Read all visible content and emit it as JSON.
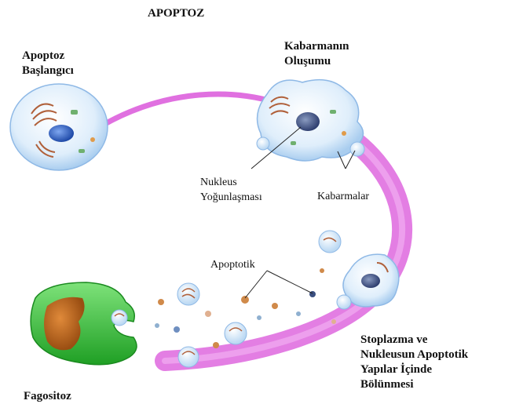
{
  "title": "APOPTOZ",
  "labels": {
    "start": [
      "Apoptoz",
      "Başlangıcı"
    ],
    "blebbing_formation": [
      "Kabarmanın",
      "Oluşumu"
    ],
    "nucleus_condensation": [
      "Nukleus",
      "Yoğunlaşması"
    ],
    "blebs": "Kabarmalar",
    "apoptotic": "Apoptotik",
    "fragmentation": [
      "Stoplazma ve",
      "Nukleusun Apoptotik",
      "Yapılar İçinde",
      "Bölünmesi"
    ],
    "phagocytosis": "Fagositoz"
  },
  "colors": {
    "cycle_arrow": "#e070e0",
    "cell_membrane": "#cfe6f7",
    "nucleus": "#3f6fd0",
    "phagocyte": "#3ec83e",
    "phagocyte_nucleus": "#c96a1a",
    "organelle": "#b0603a"
  }
}
